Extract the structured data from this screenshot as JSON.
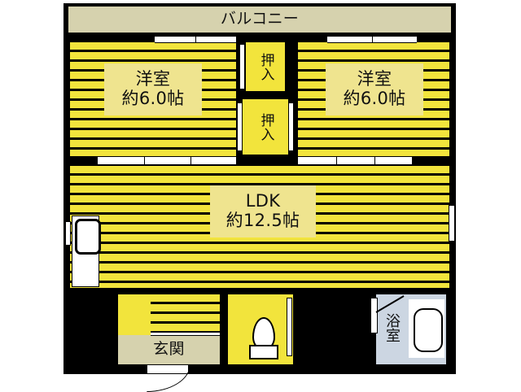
{
  "plan": {
    "title": "Apartment floor plan",
    "rooms": [
      {
        "id": "balcony",
        "name": "balcony",
        "label": "バルコニー",
        "size": "",
        "fill": "beige"
      },
      {
        "id": "washitsu_left",
        "name": "western-room-left",
        "label": "洋室",
        "size": "約6.0帖",
        "fill": "stripe"
      },
      {
        "id": "washitsu_right",
        "name": "western-room-right",
        "label": "洋室",
        "size": "約6.0帖",
        "fill": "stripe"
      },
      {
        "id": "closet_upper",
        "name": "closet-upper",
        "label": "押入",
        "size": "",
        "fill": "solid"
      },
      {
        "id": "closet_lower",
        "name": "closet-lower",
        "label": "押入",
        "size": "",
        "fill": "solid"
      },
      {
        "id": "ldk",
        "name": "living-dining-kitchen",
        "label": "LDK",
        "size": "約12.5帖",
        "fill": "stripe"
      },
      {
        "id": "genkan",
        "name": "entrance",
        "label": "玄関",
        "size": "",
        "fill": "beige"
      },
      {
        "id": "toilet",
        "name": "toilet-room",
        "label": "",
        "size": "",
        "fill": "solid"
      },
      {
        "id": "bathroom",
        "name": "bathroom",
        "label": "浴室",
        "size": "",
        "fill": "bath"
      }
    ],
    "labels": {
      "balcony": "バルコニー",
      "room_left_name": "洋室",
      "room_left_size": "約6.0帖",
      "room_right_name": "洋室",
      "room_right_size": "約6.0帖",
      "closet_upper": "押入",
      "closet_lower": "押入",
      "ldk_name": "LDK",
      "ldk_size": "約12.5帖",
      "genkan": "玄関",
      "bathroom": "浴室"
    },
    "colors": {
      "wall": "#000000",
      "floor_yellow": "#f2e43c",
      "floor_stripe_line": "#000000",
      "balcony_beige": "#d6d2ae",
      "bathroom_blue": "#ccd6e2",
      "fixture_white": "#ffffff",
      "label_plate": "#efe48f",
      "text": "#111111",
      "page_background": "#ffffff"
    },
    "fixtures": [
      {
        "name": "kitchen-sink",
        "type": "sink"
      },
      {
        "name": "toilet",
        "type": "toilet"
      },
      {
        "name": "bathtub",
        "type": "tub"
      }
    ],
    "openings": [
      {
        "name": "balcony-window-left",
        "type": "window"
      },
      {
        "name": "balcony-window-right",
        "type": "window"
      },
      {
        "name": "sliding-door-left-room",
        "type": "sliding-door"
      },
      {
        "name": "sliding-door-right-room",
        "type": "sliding-door"
      },
      {
        "name": "closet-door-upper",
        "type": "closet-door"
      },
      {
        "name": "closet-door-lower",
        "type": "closet-door"
      },
      {
        "name": "ldk-window-right",
        "type": "window"
      },
      {
        "name": "entrance-door",
        "type": "hinged-door"
      },
      {
        "name": "bath-door",
        "type": "hinged-door"
      },
      {
        "name": "toilet-door",
        "type": "sliding-door"
      },
      {
        "name": "genkan-hall-door",
        "type": "sliding-door"
      }
    ]
  }
}
